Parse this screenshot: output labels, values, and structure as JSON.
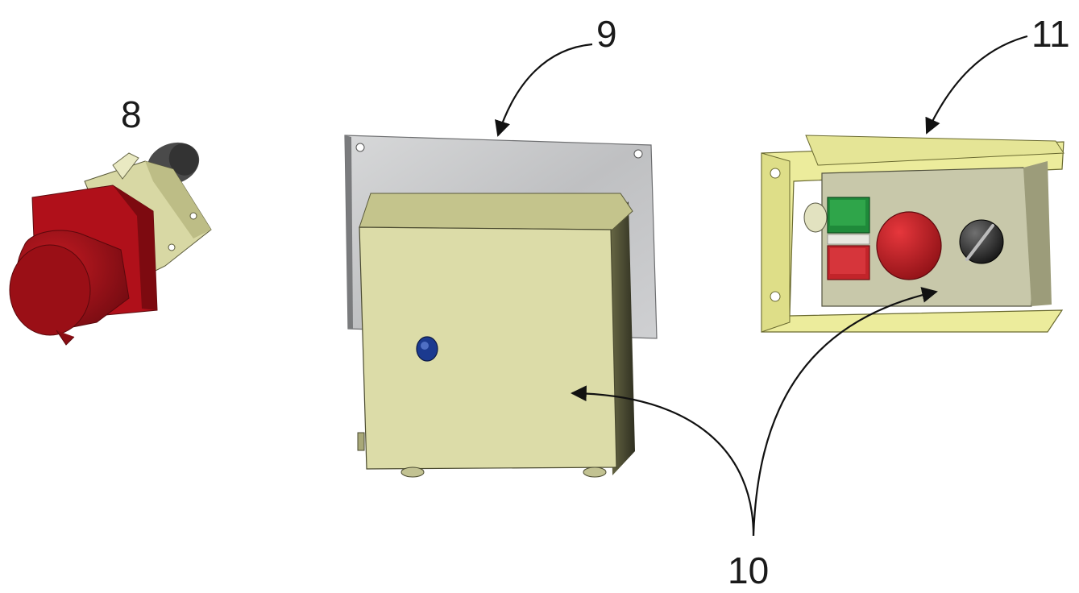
{
  "figure": {
    "labels": {
      "plug": "8",
      "plate": "9",
      "boxes": "10",
      "bracket": "11"
    }
  },
  "colors": {
    "plug_red": "#b0101a",
    "enclosure_beige": "#dcdca8",
    "bracket_yellow": "#ecec9c",
    "plate_grey": "#c9cacb",
    "start_green": "#1f8a3a",
    "stop_red": "#c2242a",
    "indicator_blue": "#1b3a8f",
    "knob_black": "#222222"
  }
}
